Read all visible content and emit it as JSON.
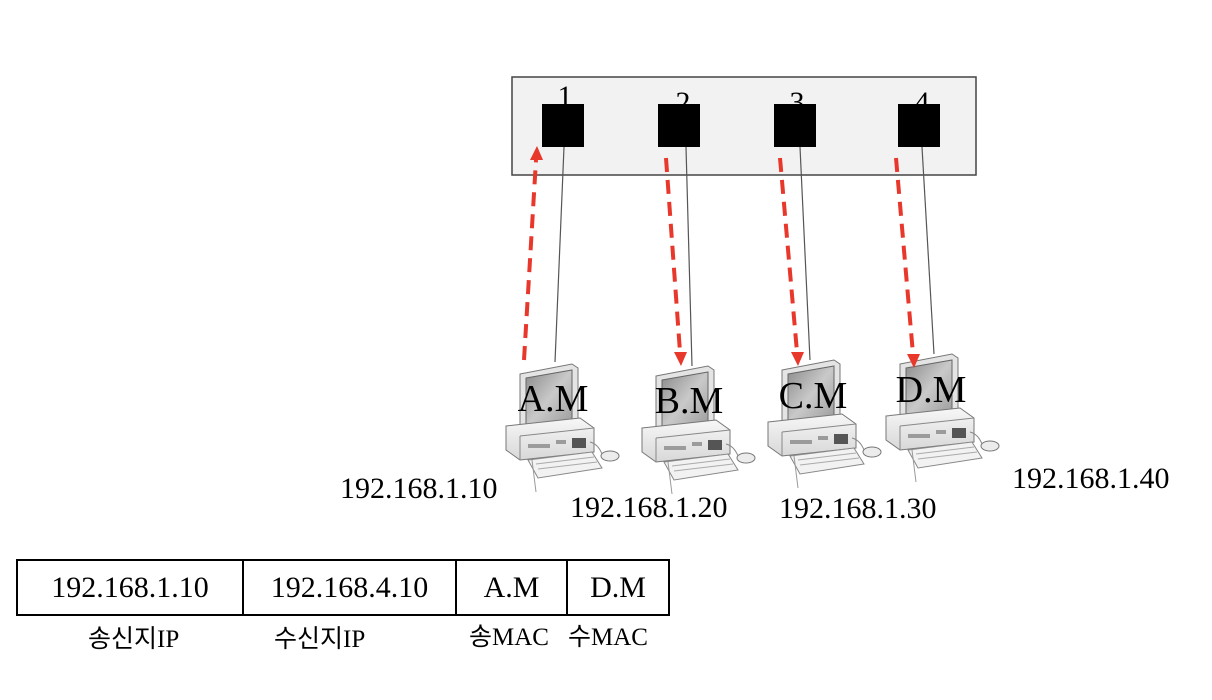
{
  "switch": {
    "ports": [
      {
        "number": "1"
      },
      {
        "number": "2"
      },
      {
        "number": "3"
      },
      {
        "number": "4"
      }
    ]
  },
  "hosts": [
    {
      "mac": "A.M",
      "ip": "192.168.1.10"
    },
    {
      "mac": "B.M",
      "ip": "192.168.1.20"
    },
    {
      "mac": "C.M",
      "ip": "192.168.1.30"
    },
    {
      "mac": "D.M",
      "ip": "192.168.1.40"
    }
  ],
  "frame": {
    "fields": [
      {
        "value": "192.168.1.10",
        "caption_ko": "송신지",
        "caption_en": "IP"
      },
      {
        "value": "192.168.4.10",
        "caption_ko": "수신지",
        "caption_en": "IP"
      },
      {
        "value": "A.M",
        "caption_ko": "송",
        "caption_en": "MAC"
      },
      {
        "value": "D.M",
        "caption_ko": "수",
        "caption_en": "MAC"
      }
    ]
  },
  "colors": {
    "arrow": "#e8382c",
    "switch_fill": "#f2f2f2",
    "port_fill": "#000000",
    "cable": "#555555"
  },
  "icons": {
    "computer": "desktop-computer-icon",
    "port": "switch-port-icon"
  }
}
